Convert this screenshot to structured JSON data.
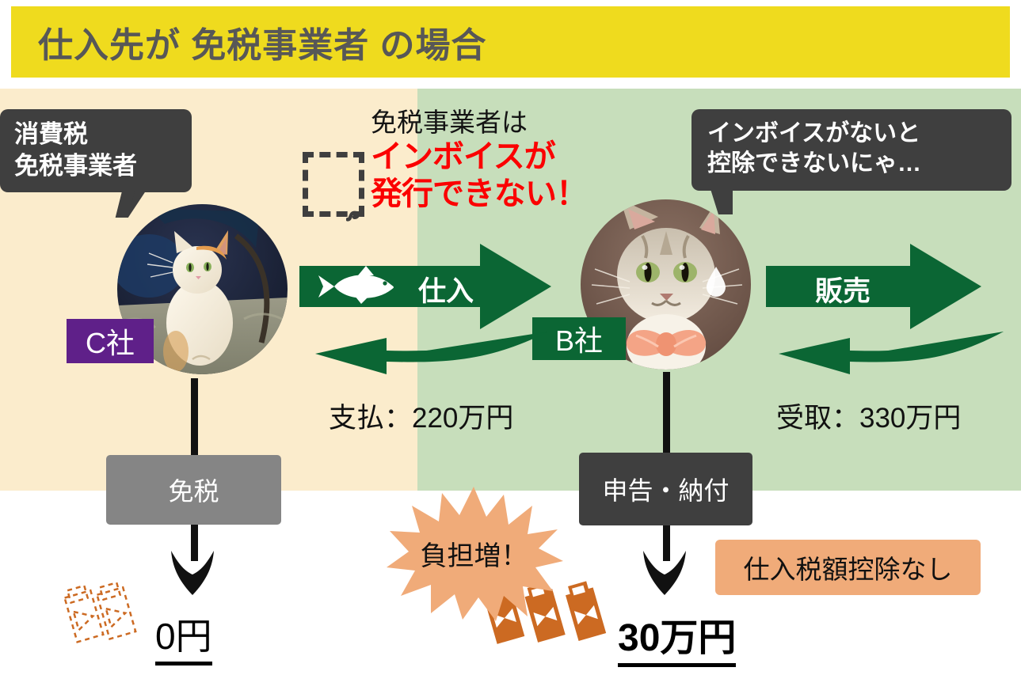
{
  "title": {
    "text": "仕入先が 免税事業者 の場合",
    "banner_color": "#efdb1e",
    "text_color": "#575757"
  },
  "panels": {
    "left_color": "#fbeccc",
    "right_color": "#c7debb"
  },
  "callouts": {
    "left": {
      "line1": "消費税",
      "line2": "免税事業者"
    },
    "right": {
      "line1": "インボイスがないと",
      "line2": "控除できないにゃ…"
    }
  },
  "center_message": {
    "line1": "免税事業者は",
    "line2": "インボイスが",
    "line3": "発行できない！",
    "highlight_color": "#fb0000"
  },
  "companies": {
    "supplier": {
      "badge": "C社",
      "badge_color": "#5f2089"
    },
    "buyer": {
      "badge": "B社",
      "badge_color": "#0b6634"
    }
  },
  "flows": {
    "purchase": {
      "label": "仕入",
      "icon": "fish-icon",
      "direction": "right",
      "color": "#0b6634"
    },
    "sale": {
      "label": "販売",
      "direction": "right",
      "color": "#0b6634"
    },
    "payment": "支払：220万円",
    "receipt": "受取：330万円"
  },
  "tax_boxes": {
    "left": {
      "label": "免税",
      "color": "#858585"
    },
    "right": {
      "label": "申告・納付",
      "color": "#3f3f3f"
    }
  },
  "results": {
    "left_amount": "0円",
    "right_amount": "30万円"
  },
  "burst": {
    "label": "負担増！",
    "color": "#f0ab79"
  },
  "note": {
    "label": "仕入税額控除なし",
    "color": "#f0ab79"
  },
  "icons": {
    "no_invoice": "dashed-document-icon",
    "bills_left": "money-bundle-outline-icon",
    "bills_right": "money-bundle-icon",
    "sweat": "sweat-drop-icon"
  }
}
